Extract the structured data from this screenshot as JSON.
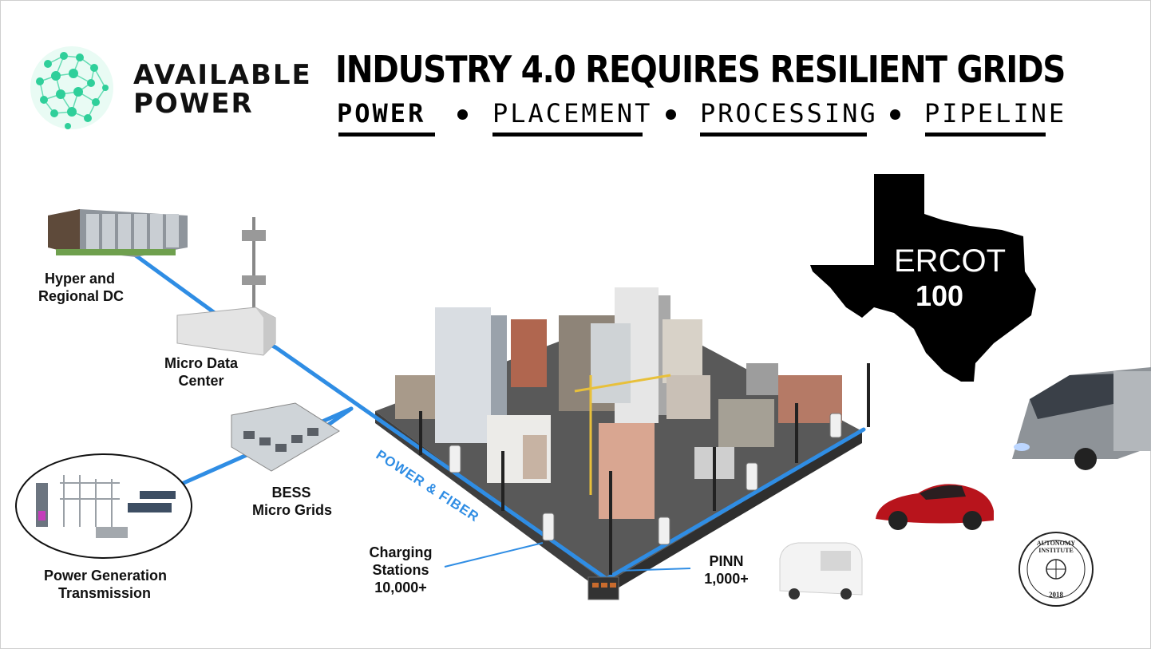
{
  "brand": {
    "line1": "AVAILABLE",
    "line2": "POWER"
  },
  "headline": "INDUSTRY 4.0 REQUIRES RESILIENT GRIDS",
  "pillars": [
    "POWER",
    "PLACEMENT",
    "PROCESSING",
    "PIPELINE"
  ],
  "labels": {
    "hyper_dc": {
      "l1": "Hyper and",
      "l2": "Regional DC"
    },
    "micro_dc": {
      "l1": "Micro Data",
      "l2": "Center"
    },
    "bess": {
      "l1": "BESS",
      "l2": "Micro Grids"
    },
    "power_gen": {
      "l1": "Power Generation",
      "l2": "Transmission"
    },
    "charging": {
      "l1": "Charging",
      "l2": "Stations",
      "l3": "10,000+"
    },
    "pinn": {
      "l1": "PINN",
      "l2": "1,000+"
    },
    "power_fiber": "POWER & FIBER"
  },
  "ercot": {
    "name": "ERCOT",
    "value": "100"
  },
  "seal": {
    "top": "AUTONOMY INSTITUTE",
    "year": "2018"
  },
  "colors": {
    "accent_line": "#2f8de4",
    "brand_teal": "#2fcf9a",
    "ink": "#000000"
  }
}
